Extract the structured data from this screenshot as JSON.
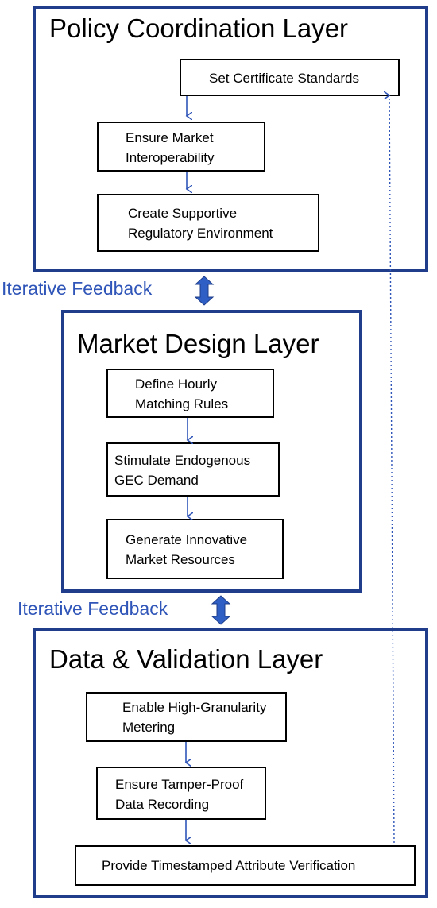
{
  "colors": {
    "layer_border": "#1f3d8a",
    "arrow": "#2f55b8",
    "feedback_text": "#2f55b8"
  },
  "policy": {
    "title": "Policy Coordination Layer",
    "step1": "Set Certificate Standards",
    "step2": {
      "line1": "Ensure Market",
      "line2": "Interoperability"
    },
    "step3": {
      "line1": "Create Supportive",
      "line2": "Regulatory Environment"
    }
  },
  "feedback_top": "Iterative Feedback",
  "market": {
    "title": "Market Design Layer",
    "step1": {
      "line1": "Define Hourly",
      "line2": "Matching Rules"
    },
    "step2": {
      "line1": "Stimulate Endogenous",
      "line2": "GEC Demand"
    },
    "step3": {
      "line1": "Generate Innovative",
      "line2": "Market Resources"
    }
  },
  "feedback_bottom": "Iterative Feedback",
  "data_layer": {
    "title": "Data & Validation Layer",
    "step1": {
      "line1": "Enable High-Granularity",
      "line2": "Metering"
    },
    "step2": {
      "line1": "Ensure Tamper-Proof",
      "line2": "Data Recording"
    },
    "step3": "Provide Timestamped Attribute Verification"
  },
  "icons": [
    "down-arrow-icon",
    "double-headed-arrow-icon",
    "dotted-feedback-arrow-icon"
  ]
}
